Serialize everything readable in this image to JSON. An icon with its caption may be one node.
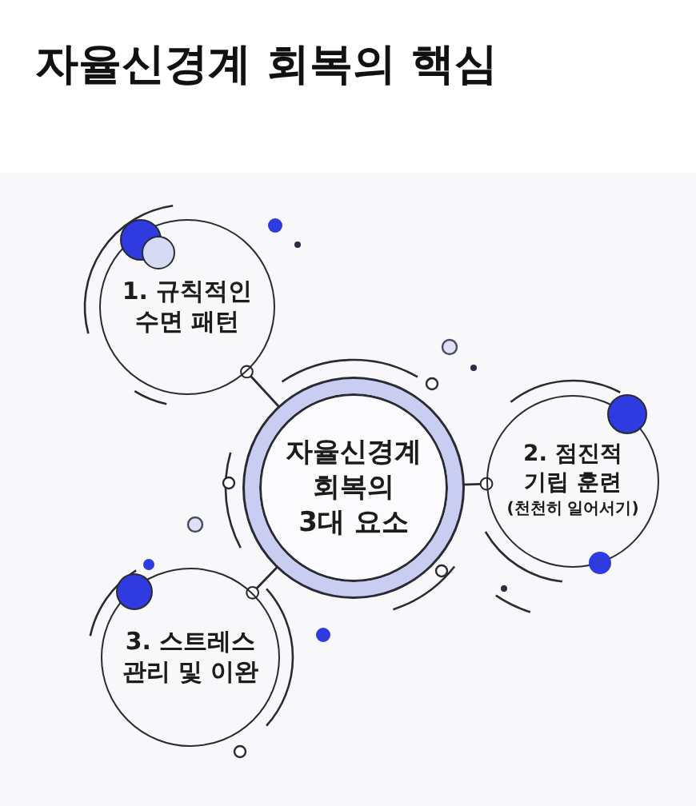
{
  "diagram": {
    "title": "자율신경계 회복의 핵심",
    "nodes": [
      {
        "text": [
          "1. 규칙적인 수면 패턴"
        ]
      },
      {
        "text": [
          "자율신경계 회복의 3대 요소"
        ]
      },
      {
        "text": [
          "2. 점진적 기립 훈련",
          "(천천히 일어서기)"
        ]
      },
      {
        "text": [
          "3. 스트레스 관리 및 이완"
        ]
      }
    ],
    "edges": [
      {
        "from": 0,
        "to": 1,
        "arrow": "other"
      },
      {
        "from": 2,
        "to": 1,
        "arrow": "other"
      },
      {
        "from": 3,
        "to": 1,
        "arrow": "other"
      }
    ]
  }
}
